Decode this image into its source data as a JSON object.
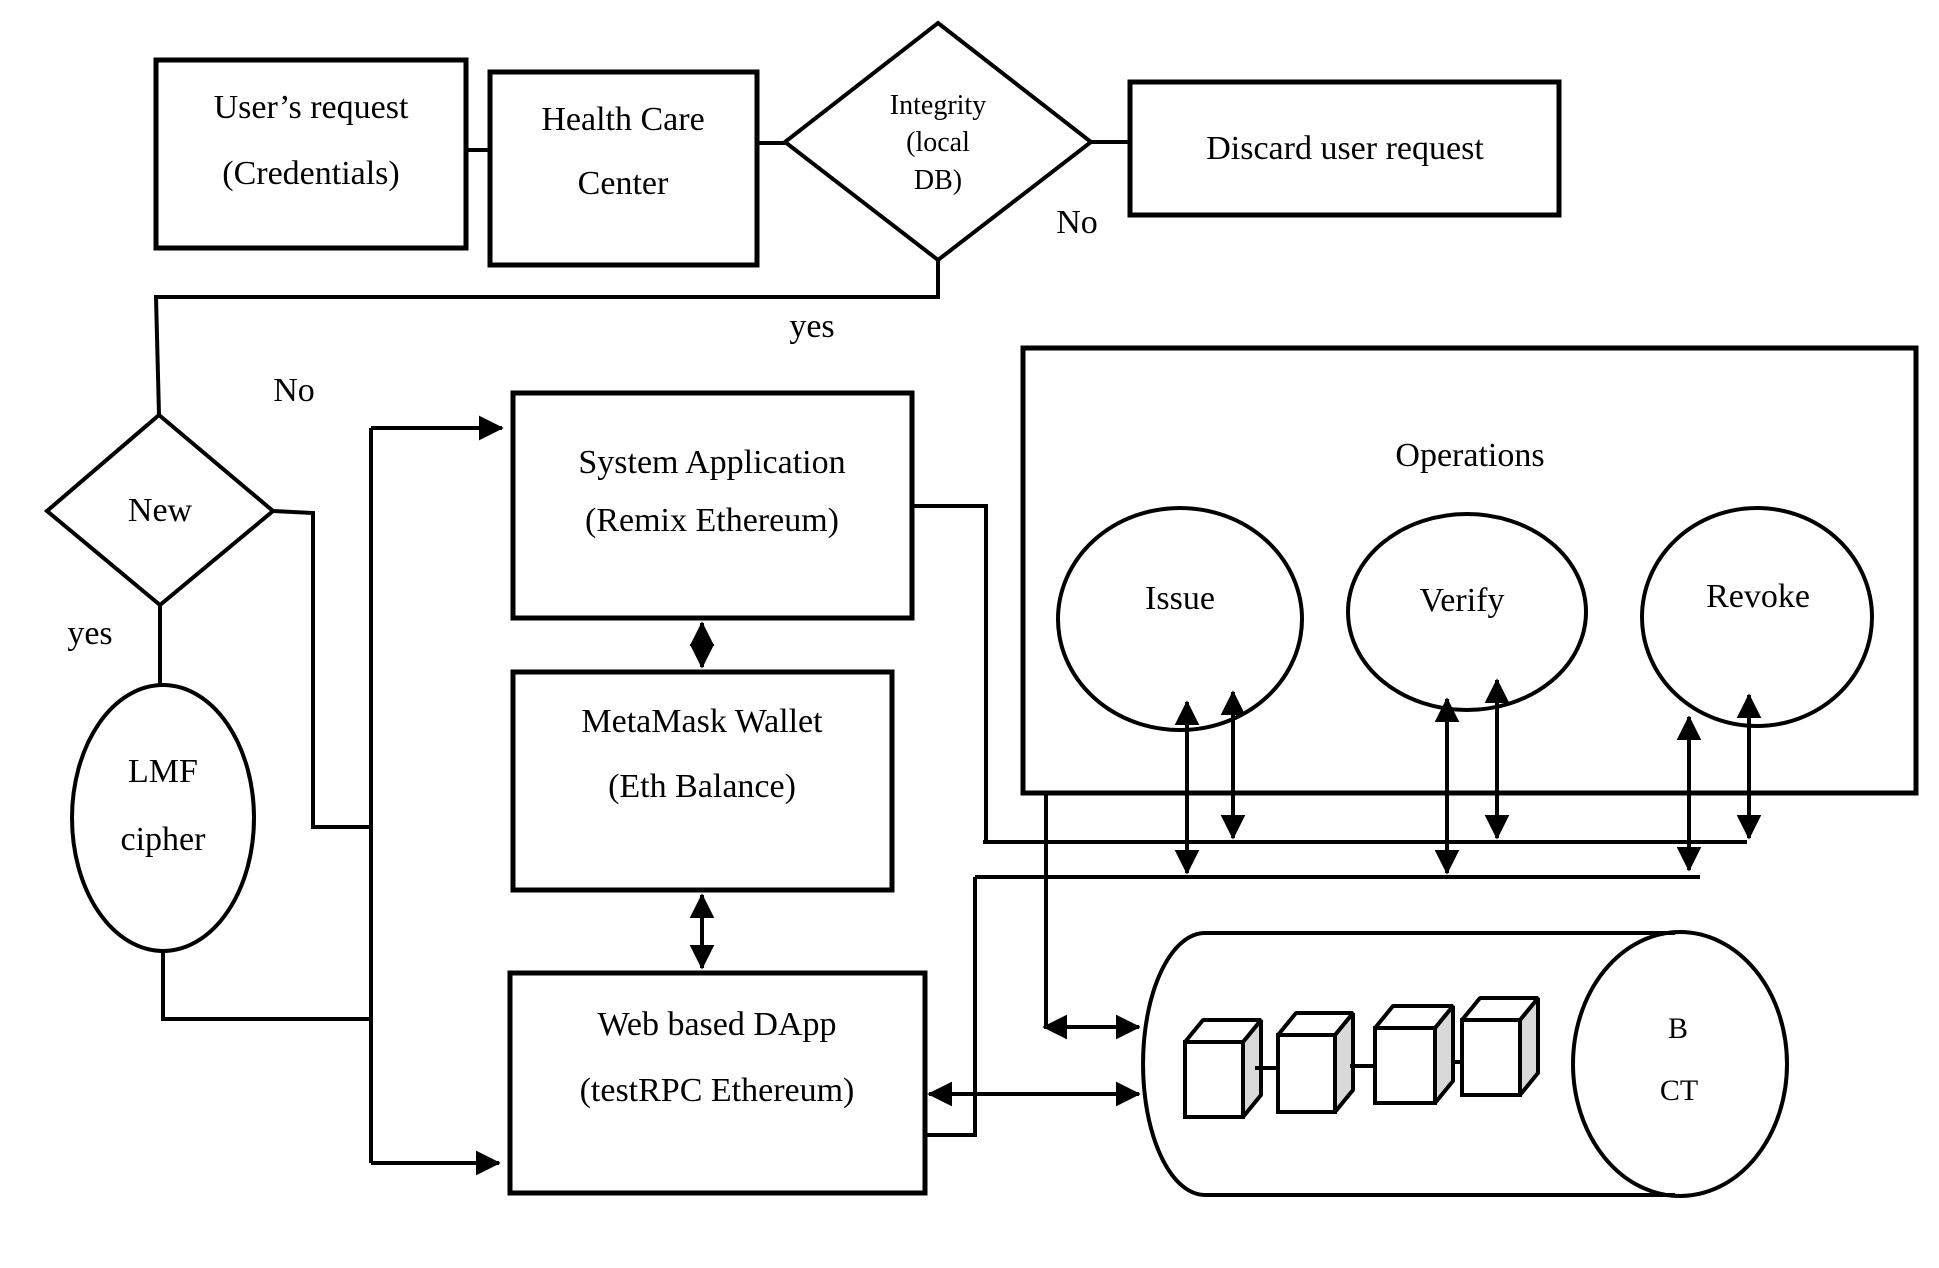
{
  "diagram": {
    "nodes": {
      "user_request": {
        "line1": "User’s request",
        "line2": "(Credentials)"
      },
      "health_care": {
        "line1": "Health Care",
        "line2": "Center"
      },
      "integrity": {
        "line1": "Integrity",
        "line2": "(local",
        "line3": "DB)"
      },
      "discard": {
        "label": "Discard user request"
      },
      "new_decision": {
        "label": "New"
      },
      "lmf_cipher": {
        "line1": "LMF",
        "line2": "cipher"
      },
      "system_app": {
        "line1": "System Application",
        "line2": "(Remix Ethereum)"
      },
      "metamask": {
        "line1": "MetaMask Wallet",
        "line2": "(Eth Balance)"
      },
      "web_dapp": {
        "line1": "Web based DApp",
        "line2": "(testRPC Ethereum)"
      },
      "operations": {
        "label": "Operations"
      },
      "issue": {
        "label": "Issue"
      },
      "verify": {
        "label": "Verify"
      },
      "revoke": {
        "label": "Revoke"
      },
      "blockchain": {
        "line1": "B",
        "line2": "CT"
      }
    },
    "edge_labels": {
      "integrity_no": "No",
      "integrity_yes": "yes",
      "new_no": "No",
      "new_yes": "yes"
    },
    "colors": {
      "stroke": "#000000",
      "cube_side": "#d9d9d9",
      "background": "#ffffff"
    }
  }
}
